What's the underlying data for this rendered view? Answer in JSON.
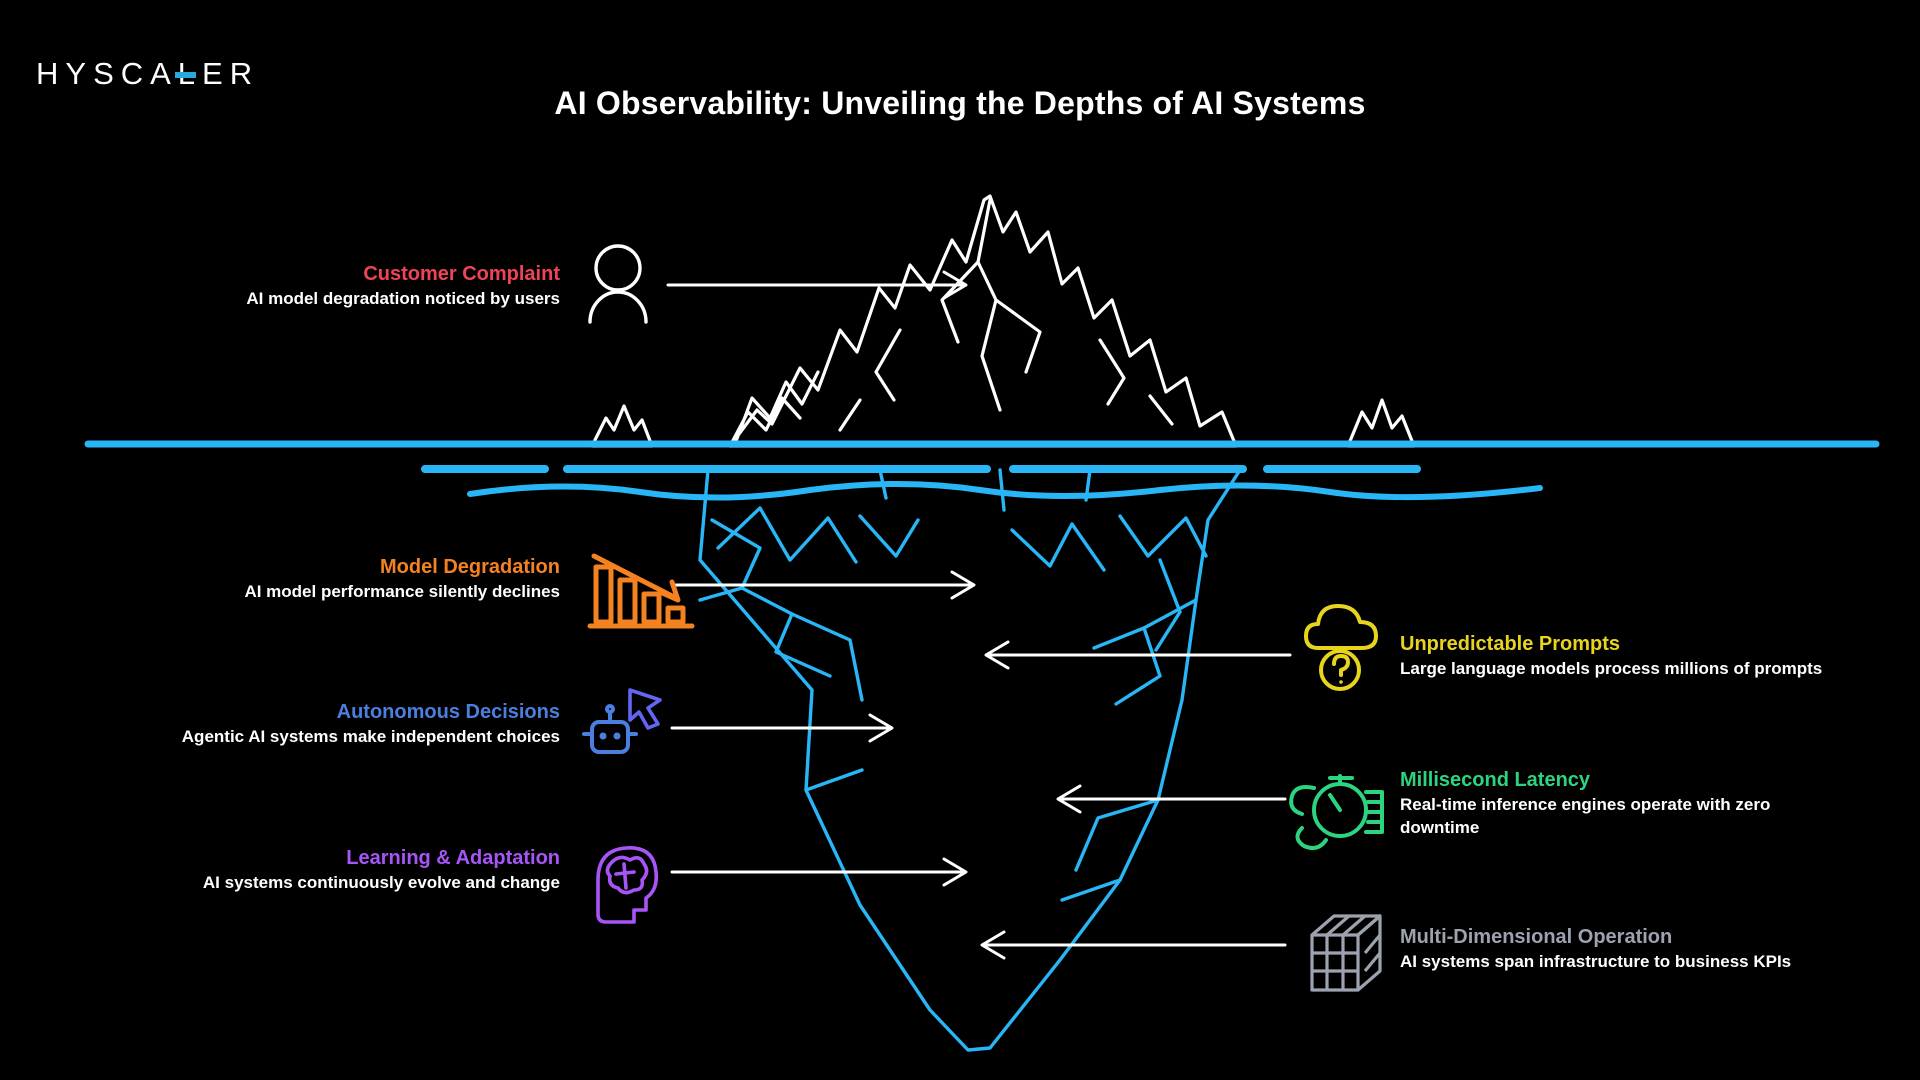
{
  "brand": {
    "name": "HYSCALER",
    "accent_color": "#29a8e0"
  },
  "title": "AI Observability: Unveiling the Depths of AI Systems",
  "palette": {
    "background": "#000000",
    "water": "#29b6f6",
    "iceberg_above": "#ffffff",
    "iceberg_below": "#29b6f6",
    "arrow": "#ffffff"
  },
  "items": {
    "left": [
      {
        "id": "customer-complaint",
        "title": "Customer Complaint",
        "subtitle": "AI model degradation noticed by users",
        "color": "#ef4455",
        "icon": "person-icon",
        "zone": "above-water"
      },
      {
        "id": "model-degradation",
        "title": "Model Degradation",
        "subtitle": "AI model performance silently declines",
        "color": "#f58220",
        "icon": "declining-bar-chart-icon",
        "zone": "below-water"
      },
      {
        "id": "autonomous-decisions",
        "title": "Autonomous Decisions",
        "subtitle": "Agentic AI systems make independent choices",
        "color": "#4a7fe0",
        "icon": "robot-cursor-icon",
        "zone": "below-water"
      },
      {
        "id": "learning-adaptation",
        "title": "Learning & Adaptation",
        "subtitle": "AI systems continuously evolve and change",
        "color": "#a855f7",
        "icon": "brain-head-icon",
        "zone": "below-water"
      }
    ],
    "right": [
      {
        "id": "unpredictable-prompts",
        "title": "Unpredictable Prompts",
        "subtitle": "Large language models process millions of prompts",
        "color": "#e8d41e",
        "icon": "cloud-question-icon",
        "zone": "below-water"
      },
      {
        "id": "millisecond-latency",
        "title": "Millisecond Latency",
        "subtitle": "Real-time inference engines operate with zero downtime",
        "color": "#2dd47f",
        "icon": "stopwatch-hand-icon",
        "zone": "below-water"
      },
      {
        "id": "multi-dimensional-operation",
        "title": "Multi-Dimensional Operation",
        "subtitle": "AI systems span infrastructure to business KPIs",
        "color": "#9ca3af",
        "icon": "cube-grid-icon",
        "zone": "below-water"
      }
    ]
  }
}
